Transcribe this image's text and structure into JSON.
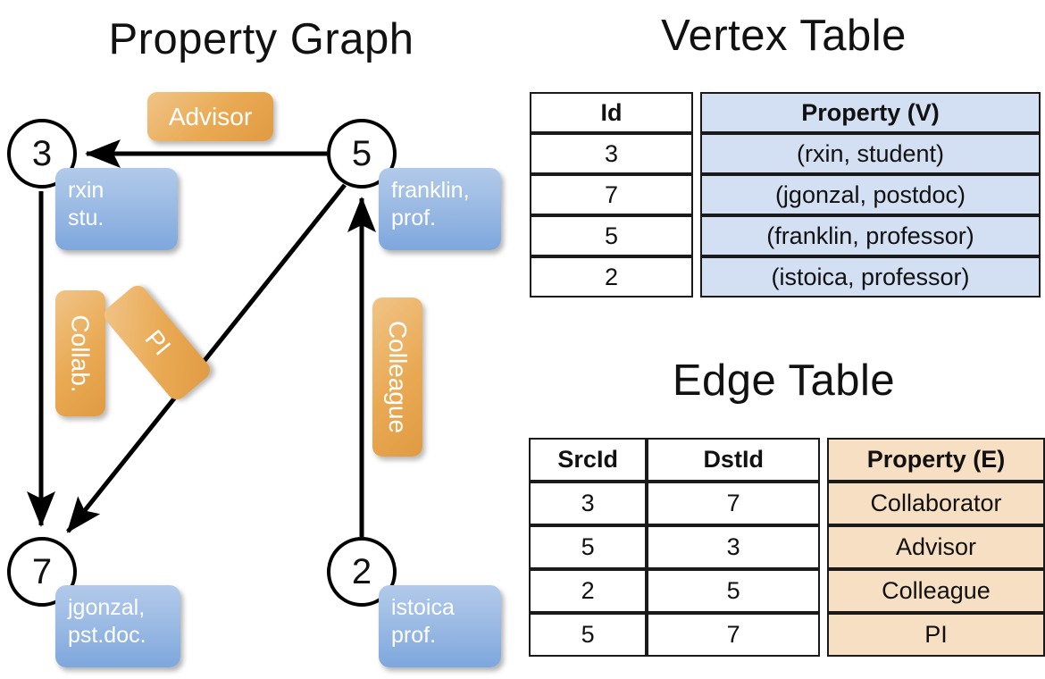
{
  "graph_panel": {
    "title": "Property Graph",
    "vertices": [
      {
        "id": "3",
        "property": "rxin\nstu.",
        "prop_line1": "rxin",
        "prop_line2": "stu."
      },
      {
        "id": "5",
        "property": "franklin,\nprof.",
        "prop_line1": "franklin,",
        "prop_line2": "prof."
      },
      {
        "id": "7",
        "property": "jgonzal,\npst.doc.",
        "prop_line1": "jgonzal,",
        "prop_line2": "pst.doc."
      },
      {
        "id": "2",
        "property": "istoica\nprof.",
        "prop_line1": "istoica",
        "prop_line2": "prof."
      }
    ],
    "edge_labels": [
      {
        "name": "advisor",
        "label": "Advisor",
        "from": "5",
        "to": "3"
      },
      {
        "name": "collab",
        "label": "Collab.",
        "from": "3",
        "to": "7"
      },
      {
        "name": "pi",
        "label": "PI",
        "from": "5",
        "to": "7"
      },
      {
        "name": "colleague",
        "label": "Colleague",
        "from": "2",
        "to": "5"
      }
    ],
    "colors": {
      "vertex_circle_stroke": "#000000",
      "vertex_property_fill": "#9cbbe4",
      "edge_label_fill": "#e9a953",
      "edge_line": "#000000"
    }
  },
  "vertex_table": {
    "title": "Vertex Table",
    "headers": [
      "Id",
      "Property (V)"
    ],
    "rows": [
      {
        "id": "3",
        "property": "(rxin, student)"
      },
      {
        "id": "7",
        "property": "(jgonzal, postdoc)"
      },
      {
        "id": "5",
        "property": "(franklin, professor)"
      },
      {
        "id": "2",
        "property": "(istoica, professor)"
      }
    ],
    "property_column_color": "#d3dff2"
  },
  "edge_table": {
    "title": "Edge Table",
    "headers": [
      "SrcId",
      "DstId",
      "Property (E)"
    ],
    "rows": [
      {
        "src": "3",
        "dst": "7",
        "property": "Collaborator"
      },
      {
        "src": "5",
        "dst": "3",
        "property": "Advisor"
      },
      {
        "src": "2",
        "dst": "5",
        "property": "Colleague"
      },
      {
        "src": "5",
        "dst": "7",
        "property": "PI"
      }
    ],
    "property_column_color": "#f7dfc4"
  }
}
